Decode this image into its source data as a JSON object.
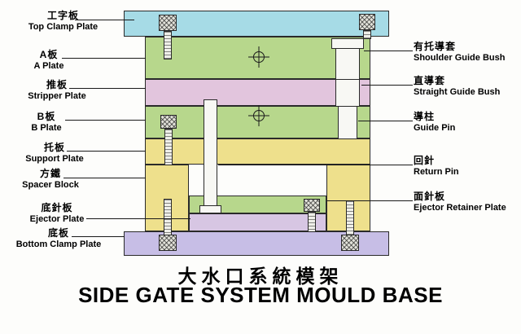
{
  "title": {
    "zh": "大水口系統模架",
    "en": "SIDE GATE SYSTEM MOULD BASE"
  },
  "labels_left": [
    {
      "zh": "工字板",
      "en": "Top Clamp Plate"
    },
    {
      "zh": "A板",
      "en": "A Plate"
    },
    {
      "zh": "推板",
      "en": "Stripper Plate"
    },
    {
      "zh": "B板",
      "en": "B Plate"
    },
    {
      "zh": "托板",
      "en": "Support Plate"
    },
    {
      "zh": "方鐵",
      "en": "Spacer Block"
    },
    {
      "zh": "底針板",
      "en": "Ejector Plate"
    },
    {
      "zh": "底板",
      "en": "Bottom Clamp Plate"
    }
  ],
  "labels_right": [
    {
      "zh": "有托導套",
      "en": "Shoulder Guide Bush"
    },
    {
      "zh": "直導套",
      "en": "Straight Guide Bush"
    },
    {
      "zh": "導柱",
      "en": "Guide Pin"
    },
    {
      "zh": "回針",
      "en": "Return Pin"
    },
    {
      "zh": "面針板",
      "en": "Ejector Retainer Plate"
    }
  ],
  "colors": {
    "background": "#fdfdfb",
    "top_clamp_plate": "#a6dbe6",
    "plate_green": "#b7d78c",
    "stripper_pink": "#e2c5dd",
    "plate_yellow": "#eee08c",
    "ejector_lavender": "#d7c6e3",
    "bottom_lavender": "#c7bee6",
    "pin_white": "#f8f8f4",
    "outline": "#2a2a2a",
    "text": "#000000"
  }
}
